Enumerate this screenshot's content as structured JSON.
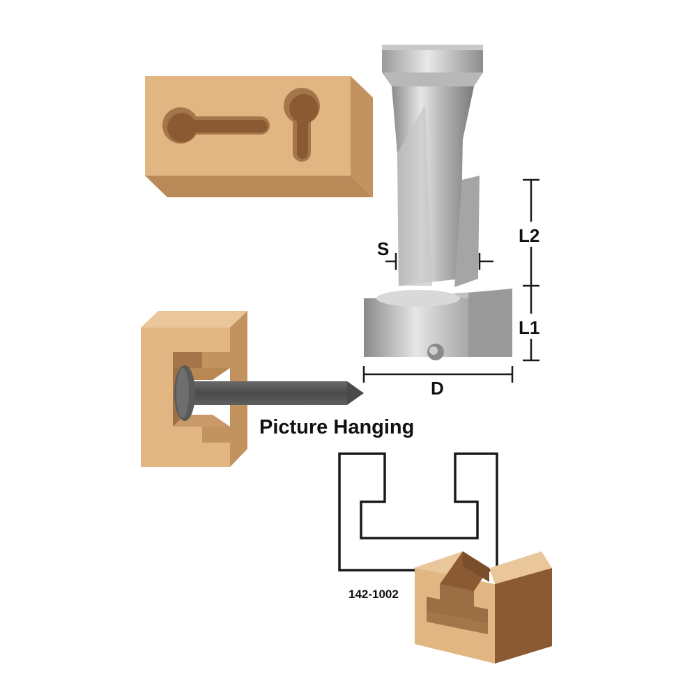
{
  "labels": {
    "caption": "Picture Hanging",
    "part_number": "142-1002",
    "dim_s": "S",
    "dim_d": "D",
    "dim_l1": "L1",
    "dim_l2": "L2"
  },
  "colors": {
    "wood_face": "#E1B683",
    "wood_side": "#C3935F",
    "wood_dark": "#8C5A32",
    "wood_slot": "#A4764A",
    "steel_light": "#D7D7D7",
    "steel_mid": "#B0B0B0",
    "steel_dark": "#7E7E7E",
    "nail": "#585858",
    "line": "#1A1A1A"
  }
}
